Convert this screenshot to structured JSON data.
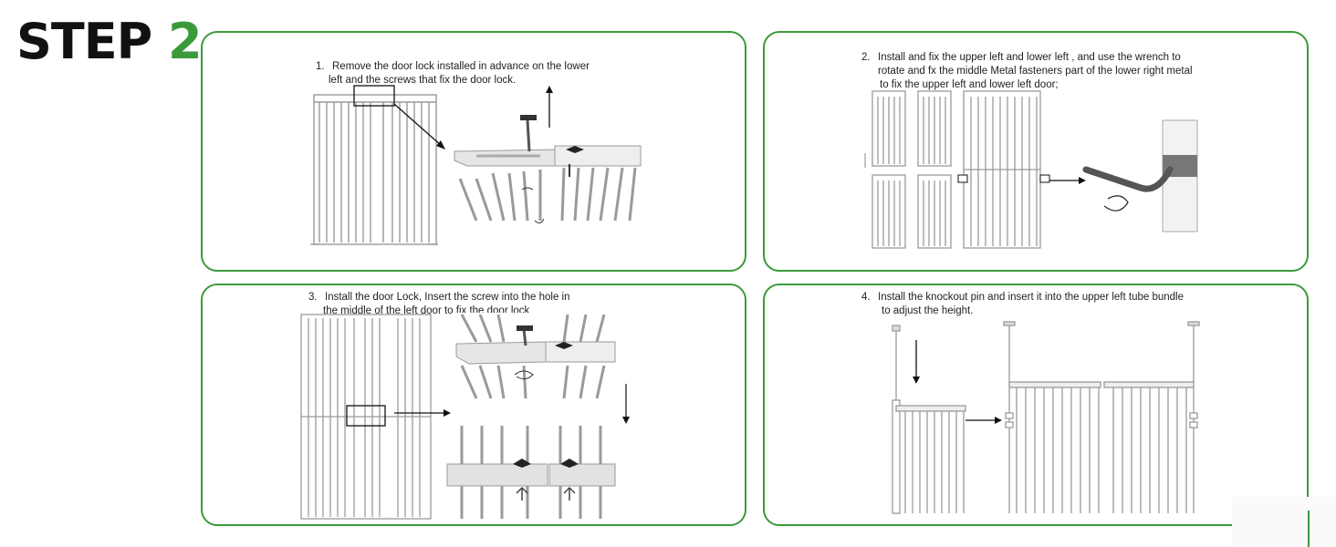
{
  "header": {
    "step_word": "STEP",
    "step_number": "2"
  },
  "accent_color": "#3a9a3a",
  "panels": [
    {
      "number": "1.",
      "lines": [
        "Remove the door lock installed in advance on the lower",
        "left and the screws that fix the door lock."
      ]
    },
    {
      "number": "2.",
      "lines": [
        "Install and fix the upper left and lower left , and use the wrench to",
        "rotate and fx the middle Metal fasteners part of the lower right metal",
        "to fix the upper left and lower left door;"
      ]
    },
    {
      "number": "3.",
      "lines": [
        "Install the door Lock, Insert the screw into the hole in",
        "the middle of the left door to fix the door lock"
      ]
    },
    {
      "number": "4.",
      "lines": [
        "Install the knockout pin and insert it into the upper left tube bundle",
        "to adjust the height."
      ]
    }
  ]
}
